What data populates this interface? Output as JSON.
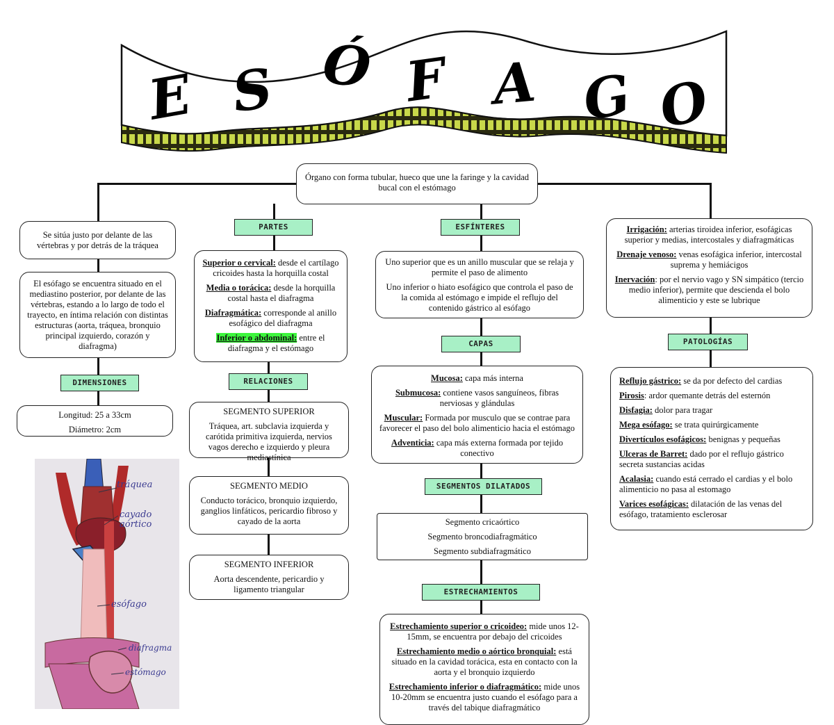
{
  "title": {
    "letters": [
      "E",
      "S",
      "Ó",
      "F",
      "A",
      "G",
      "O"
    ]
  },
  "root": "Órgano con forma tubular, hueco que une la faringe y la cavidad bucal con el estómago",
  "col1": {
    "situation": "Se sitúa justo por delante de las vértebras y por detrás de la tráquea",
    "location": "El esófago se encuentra situado en el mediastino posterior, por delante de las vértebras, estando a lo largo de todo el trayecto, en íntima relación con distintas estructuras (aorta, tráquea, bronquio principal izquierdo, corazón y diafragma)",
    "dimensiones_tag": "DIMENSIONES",
    "longitud": "Longitud: 25 a 33cm",
    "diametro": "Diámetro: 2cm",
    "drawing_labels": [
      "tráquea",
      "cayado aórtico",
      "esófago",
      "diafragma",
      "estómago"
    ]
  },
  "col2": {
    "partes_tag": "PARTES",
    "partes": [
      {
        "term": "Superior o cervical:",
        "text": " desde el cartílago cricoides hasta la horquilla costal"
      },
      {
        "term": "Media o torácica:",
        "text": " desde la horquilla costal hasta el diafragma"
      },
      {
        "term": "Diafragmática:",
        "text": " corresponde al anillo esofágico del diafragma"
      },
      {
        "term": "Inferior o abdominal:",
        "text": " entre el diafragma y el estómago"
      }
    ],
    "relaciones_tag": "RELACIONES",
    "seg_superior_title": "SEGMENTO SUPERIOR",
    "seg_superior_text": "Tráquea, art. subclavia izquierda y carótida primitiva izquierda, nervios vagos derecho e izquierdo y pleura mediastínica",
    "seg_medio_title": "SEGMENTO MEDIO",
    "seg_medio_text": "Conducto torácico, bronquio izquierdo, ganglios linfáticos, pericardio fibroso y cayado de la aorta",
    "seg_inferior_title": "SEGMENTO INFERIOR",
    "seg_inferior_text": "Aorta descendente, pericardio y ligamento triangular"
  },
  "col3": {
    "esfinteres_tag": "ESFÍNTERES",
    "esfinter_sup": "Uno superior que es un anillo muscular que se relaja y permite el paso de alimento",
    "esfinter_inf": "Uno inferior o hiato esofágico que controla el paso de la comida al estómago e impide el reflujo del contenido gástrico al esófago",
    "capas_tag": "CAPAS",
    "capas": [
      {
        "term": "Mucosa:",
        "text": " capa más interna"
      },
      {
        "term": "Submucosa:",
        "text": " contiene vasos sanguíneos, fibras nerviosas y glándulas"
      },
      {
        "term": "Muscular:",
        "text": " Formada por musculo que se contrae para favorecer el paso del bolo alimenticio hacia el estómago"
      },
      {
        "term": "Adventicia:",
        "text": " capa más externa formada por tejido conectivo"
      }
    ],
    "segdil_tag": "SEGMENTOS DILATADOS",
    "segdil": [
      "Segmento cricaórtico",
      "Segmento broncodiafragmático",
      "Segmento subdiafragmático"
    ],
    "estrech_tag": "ESTRECHAMIENTOS",
    "estrech": [
      {
        "term": "Estrechamiento superior o cricoideo:",
        "text": " mide unos 12-15mm, se encuentra por debajo del cricoides"
      },
      {
        "term": "Estrechamiento medio o aórtico bronquial:",
        "text": " está situado en la cavidad torácica, esta en contacto con la aorta y el bronquio izquierdo"
      },
      {
        "term": "Estrechamiento inferior o diafragmático:",
        "text": " mide unos 10-20mm se encuentra justo cuando el esófago para a través del tabique diafragmático"
      }
    ]
  },
  "col4": {
    "info": [
      {
        "term": "Irrigación:",
        "text": " arterias tiroidea inferior, esofágicas superior y medias, intercostales y diafragmáticas"
      },
      {
        "term": "Drenaje venoso:",
        "text": " venas esofágica inferior, intercostal suprema y hemiácigos"
      },
      {
        "term": "Inervación",
        "text": ": por el nervio vago y SN simpático (tercio medio inferior), permite que descienda el bolo alimenticio y este se lubrique"
      }
    ],
    "patologias_tag": "PATOLOGÍAS",
    "patologias": [
      {
        "term": "Reflujo gástrico:",
        "text": " se da por defecto del cardias"
      },
      {
        "term": "Pirosis",
        "text": ": ardor quemante detrás del esternón"
      },
      {
        "term": "Disfagia:",
        "text": " dolor para tragar"
      },
      {
        "term": "Mega esófago:",
        "text": " se trata quirúrgicamente"
      },
      {
        "term": "Divertículos esofágicos:",
        "text": " benignas y pequeñas"
      },
      {
        "term": "Ulceras de Barret:",
        "text": " dado por el reflujo gástrico secreta sustancias acidas"
      },
      {
        "term": "Acalasia:",
        "text": " cuando está cerrado el cardias y el bolo alimenticio no pasa al estomago"
      },
      {
        "term": "Varices esofágicas:",
        "text": " dilatación de las venas del esófago, tratamiento esclerosar"
      }
    ]
  },
  "colors": {
    "tag": "#a8f0c6",
    "highlight": "#3df53d",
    "banner_fill": "#c8d84a",
    "banner_stroke": "#2a2a10"
  }
}
